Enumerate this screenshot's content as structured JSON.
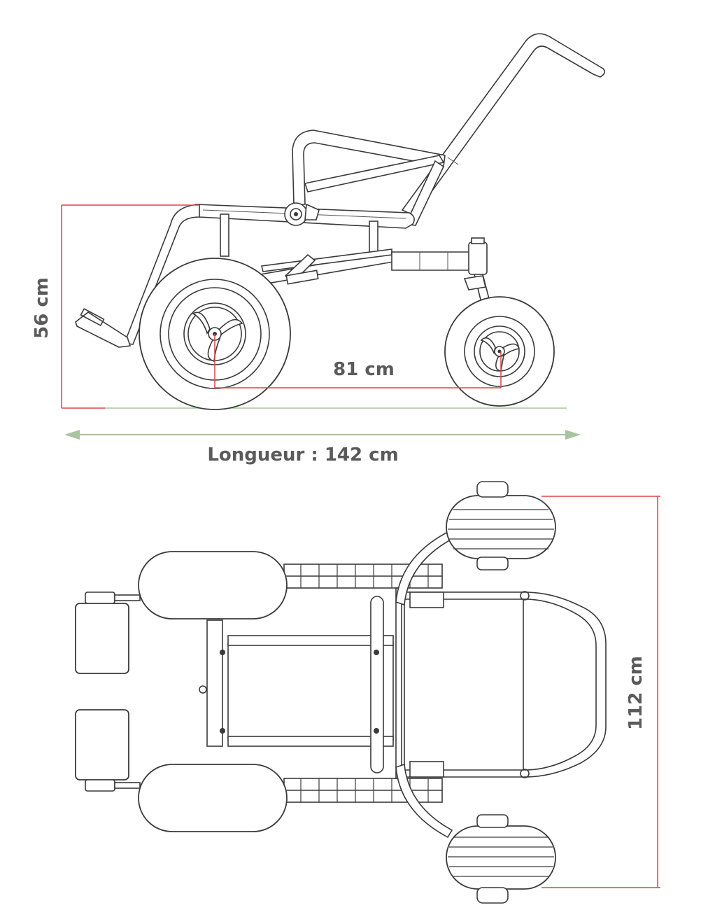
{
  "dimensions": {
    "height_label": "56 cm",
    "wheelbase_label": "81 cm",
    "length_label": "Longueur : 142 cm",
    "width_label": "112 cm"
  },
  "colors": {
    "dimension_line": "#e0414a",
    "ground_line": "#a8c4a0",
    "length_arrow": "#a8c4a0",
    "text": "#5a5a5a",
    "drawing": "#3a3a3a"
  }
}
